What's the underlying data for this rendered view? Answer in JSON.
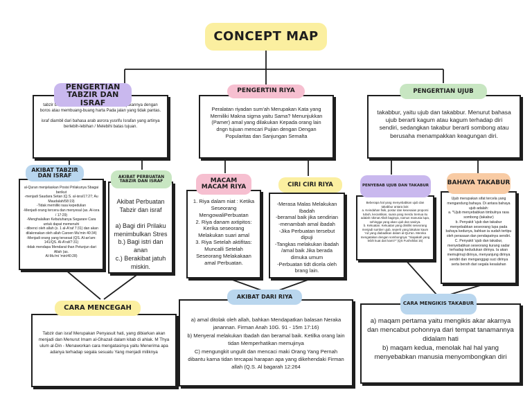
{
  "title": "CONCEPT MAP",
  "colors": {
    "yellow": "#fbefa0",
    "purple": "#c9b8ee",
    "pink": "#f6bfd0",
    "green": "#c8e6c2",
    "blue": "#b9d6ee",
    "orange": "#f8cba4",
    "border": "#1e1e1e"
  },
  "tabzir": {
    "heading": "PENGERTIAN TABZIR DAN ISRAF",
    "text": "tabzir berarti boros Merusak harta membelanjakannya dengan boros atau membuang-buang harta Pada jalan yang tidak pantas.\n\nisraf diambil dari bahasa arab asrora yusrifu Israfan yang artinya berlebih-lebihan / Melebihi batas tujuan."
  },
  "riya": {
    "heading": "PENGERTIN RIYA",
    "text": "Peralatan riyadan sum'ah Merupakan Kata yang Memiliki Makna sigma yaitu Sama? Menunjukkan (Pamer) amal yang dilakukan Kepada orang lain dngn tujuan mencari Pujian dengan Dengan Popularitas dan Sanjungan Semalta"
  },
  "ujub": {
    "heading": "PENGERTIAN UJUB",
    "text": "takabbur, yaitu ujub dan takabbur. Menurut bahasa ujub berarti kagum atau kagum terhadap diri sendiri, sedangkan takabur berarti sombong atau berusaha menampakkan keagungan diri."
  },
  "akibat_tabzir": {
    "heading": "AKIBAT TABZIR DAN ISRAF",
    "text": "al-Quran menjelaskan Posisi Prilakunya Sbagai berikut\n-menjadi Saudara Setan (Q.S. al-isra/17:27; Au Maudalah/58:19)\n-Tidak memiliki rasa kepedulian\n-Menjadi orang tercera dan menyesal (as. Al-isra / 17:29)\n-Menghalalkan Kebutuhanya Segarare Cara untuk dapat memenuhi\n- dibenci oleh allah (s. 1 al-A'raf 7:31) dan akan dilaknnakan oleh allah Caroen Mu'min 40:34)\n-Menjadi orang yang tersesat (QS. Al-an'am:\n141/QS. Al-A'raf/7:31)\n-tidak mendapa Mendarat than Petunjun dari Allah (as.\nAl-Mu'mi 'min/40:28)"
  },
  "akibat_perbuatan": {
    "heading": "AKIBAT PERBUATAN TABZIR DAN ISRAF",
    "text": "Akibat Perbuatan Tabzir dan israf\n\na) Bagi diri Prilaku menimbulkan Stres\nb.) Bagi istri dan anan\nc.) Berakibat jatuh miskin."
  },
  "macam_riya": {
    "heading": "MACAM MACAM RIYA",
    "text": "1. Riya dalam niat : Ketika Seseorang MengowaliPerbuatan\n2. Riya danam axtipitos: Kerika seseorang Melakukan suari amal\n3. Riya Setelah aktifitas: Muncalli Setelah Seseorang Melakakaan amal Perbuatan."
  },
  "ciri_riya": {
    "heading": "CIRI CIRI RIYA",
    "text": "-Merasa Malas Melakukan Ibadah\n-beramal baik jika sendirian\n-menambah amal ibadah\n-Jika Perbuatan tersebut dipuji\n-Tangkas melakukan ibadah /amal baik Jika berada dimuka umum\n-Perbuatan tidt dicela oleh brang lain."
  },
  "penyebab_ujub": {
    "heading": "PENYEBAB UJUB DAN TAKABUR",
    "text": "Beberapa hal yang menyebabkan ujub dan takabbur antara lain:\na. Keindahan fisik, postur dan kesesaian proporsi tubuh, kecantikan, suara yang merdu Semua itu adalah nikmat Allah baginya, namun manusia lupa, sehingga yang akan ujub dan sasirya.\nb. Kekuatan. Kekuatan yang dimiliki seseorang menjadi sumber ujub, seperti yang lakukan kaum 'Ad yang diabadikan dalam al-Qur'an. Mereka mengatakan dengan sombongnya: \"Siapakah yang lebih kuat dari kami?\" (QS Fushshilat 15)"
  },
  "bahaya_takabur": {
    "heading": "BAHAYA TAKABUR",
    "text": "Ujub merupakan sifat tercela yang mengandung bahaya. Di antara bahaya ujub adalah:\na. *Ujub menyebabkan timbulnya rasa sombong (takabur)\nb. Penyakit 'ujub dan takabur menyebabkan seseorang lupa pada bahaya kedunya, bahkan ia sudah tertipu oleh perasaan dan pendapatnya sendiri.\nC. Penyakit 'ujub dan takabur, menyebabkan seseorang kurang sadar terhadap kedudukan dirinya. Ia akan memujimuji dirinya, menyanjung dirinya sendiri dan menganggap suci dirinya serta bersih dari segala kesalahan"
  },
  "cara_mencegah": {
    "heading": "CARA MENCEGAH",
    "text": "Tabzir dan israf Merupakan Penyasuit hati, yang dibiarkan akan menjadi dan Menurut Imam al-Ghazali dalam kitab di ahlak. M Thya ulum al-Din - Menaworkan cara mengatasinya yaitu Menerima apa adanya terhadap segala sesuatu Yang menjadi miliknya"
  },
  "akibat_riya": {
    "heading": "AKIBAT DARI RIYA",
    "text": "a) amal ditolak oleh allah, bahkan Mendapatkan balasan Neraka janannan. Firman Anah 10G. 91 - 15m 17:16)\nb) Menyeral melakukan Ibadah dan beramal baik. Ketilka orang lain tidan Memperhatikan memujinya\nC) mengungkit ungulit dan mencaci maki Orang Yang Pernah dibantu karna tidan tercapai harapan apa yang dikehendaki Firman allah (Q.S. Al bagarah 12:264"
  },
  "cara_mengikis": {
    "heading": "CARA MENGIKIS TAKABUR",
    "text": "a) maqam pertama yaitu mengikis akar akarnya dan mencabut pohonnya dari tempat tanamannya didalam hati\nb) maqam kedua, menolak hal hal yang menyebabkan manusia  menyombongkan diri"
  }
}
